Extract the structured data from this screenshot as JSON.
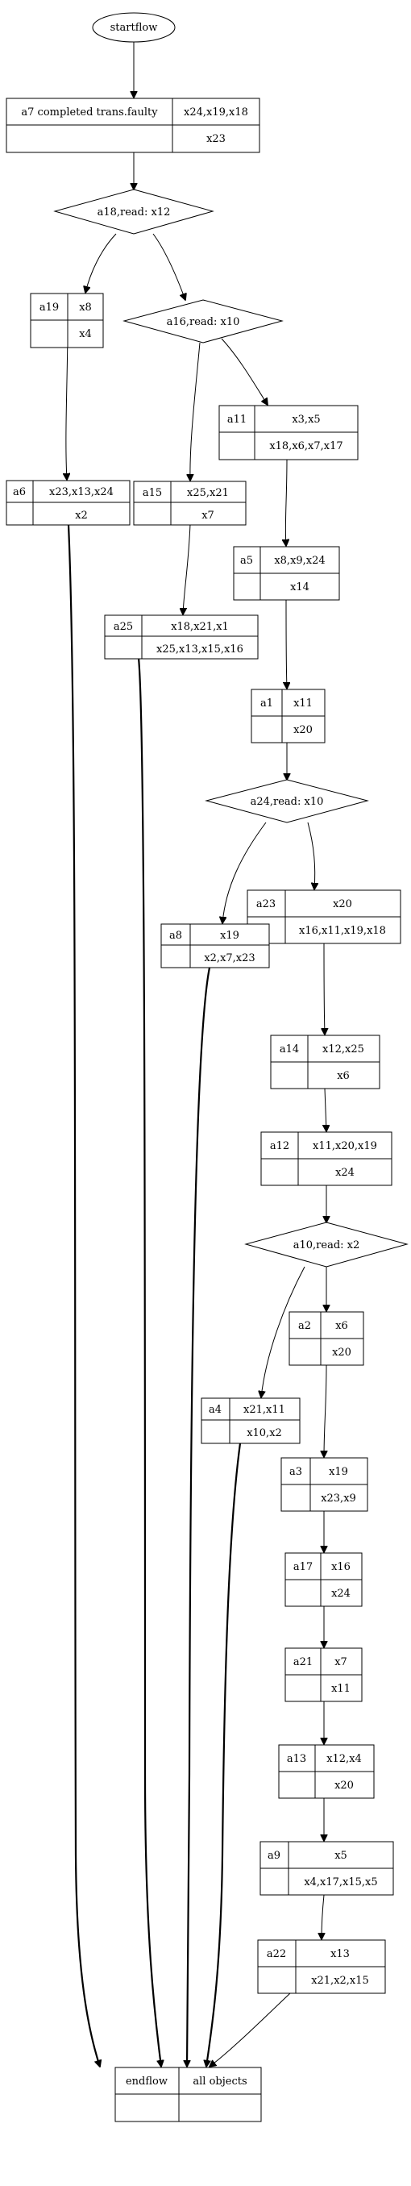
{
  "start": "startflow",
  "end": {
    "left": "endflow",
    "right": "all objects"
  },
  "nodes": {
    "a7": {
      "name": "a7 completed trans.faulty",
      "writes": "x24,x19,x18",
      "extra": "x23"
    },
    "a19": {
      "name": "a19",
      "writes": "x8",
      "extra": "x4"
    },
    "a11": {
      "name": "a11",
      "writes": "x3,x5",
      "extra": "x18,x6,x7,x17"
    },
    "a6": {
      "name": "a6",
      "writes": "x23,x13,x24",
      "extra": "x2"
    },
    "a15": {
      "name": "a15",
      "writes": "x25,x21",
      "extra": "x7"
    },
    "a5": {
      "name": "a5",
      "writes": "x8,x9,x24",
      "extra": "x14"
    },
    "a25": {
      "name": "a25",
      "writes": "x18,x21,x1",
      "extra": "x25,x13,x15,x16"
    },
    "a1": {
      "name": "a1",
      "writes": "x11",
      "extra": "x20"
    },
    "a23": {
      "name": "a23",
      "writes": "x20",
      "extra": "x16,x11,x19,x18"
    },
    "a8": {
      "name": "a8",
      "writes": "x19",
      "extra": "x2,x7,x23"
    },
    "a14": {
      "name": "a14",
      "writes": "x12,x25",
      "extra": "x6"
    },
    "a12": {
      "name": "a12",
      "writes": "x11,x20,x19",
      "extra": "x24"
    },
    "a2": {
      "name": "a2",
      "writes": "x6",
      "extra": "x20"
    },
    "a4": {
      "name": "a4",
      "writes": "x21,x11",
      "extra": "x10,x2"
    },
    "a3": {
      "name": "a3",
      "writes": "x19",
      "extra": "x23,x9"
    },
    "a17": {
      "name": "a17",
      "writes": "x16",
      "extra": "x24"
    },
    "a21": {
      "name": "a21",
      "writes": "x7",
      "extra": "x11"
    },
    "a13": {
      "name": "a13",
      "writes": "x12,x4",
      "extra": "x20"
    },
    "a9": {
      "name": "a9",
      "writes": "x5",
      "extra": "x4,x17,x15,x5"
    },
    "a22": {
      "name": "a22",
      "writes": "x13",
      "extra": "x21,x2,x15"
    }
  },
  "decisions": {
    "d18": "a18,read: x12",
    "d16": "a16,read: x10",
    "d24": "a24,read: x10",
    "d10": "a10,read: x2"
  }
}
